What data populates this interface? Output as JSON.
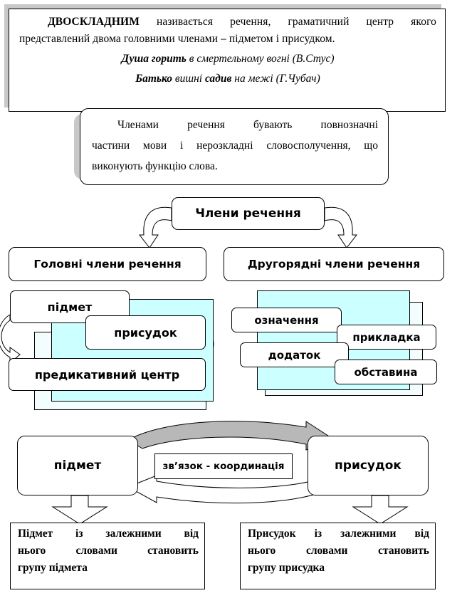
{
  "definition": {
    "term": "ДВОСКЛАДНИМ",
    "text": " називається речення, граматичний центр якого представлений двома головними членами – підметом і присудком.",
    "example1": {
      "bold": "Душа горить",
      "rest": " в смертельному вогні (В.Стус)"
    },
    "example2": {
      "bold1": "Батько",
      "mid": " вишні ",
      "bold2": "садив",
      "rest": " на межі (Г.Чубач)"
    }
  },
  "members_note": {
    "lines": [
      "Членами речення бувають повнозначні",
      "частини мови і нерозкладні словосполучення, що",
      "виконують функцію слова."
    ]
  },
  "tree": {
    "root": "Члени речення",
    "main": "Головні члени речення",
    "secondary": "Другорядні  члени речення"
  },
  "main_members": {
    "subject": "підмет",
    "predicate": "присудок",
    "center": "предикативний центр"
  },
  "secondary_members": {
    "attribute": "означення",
    "apposition": "прикладка",
    "object": "додаток",
    "adverbial": "обставина"
  },
  "relation": {
    "left": "підмет",
    "middle": "зв’язок - координація",
    "right": "присудок"
  },
  "groups": {
    "subject_group": [
      "Підмет   із   залежними   від",
      "нього   словами   становить",
      "групу підмета"
    ],
    "predicate_group": [
      "Присудок  із  залежними  від",
      "нього   словами   становить",
      "групу присудка"
    ]
  }
}
